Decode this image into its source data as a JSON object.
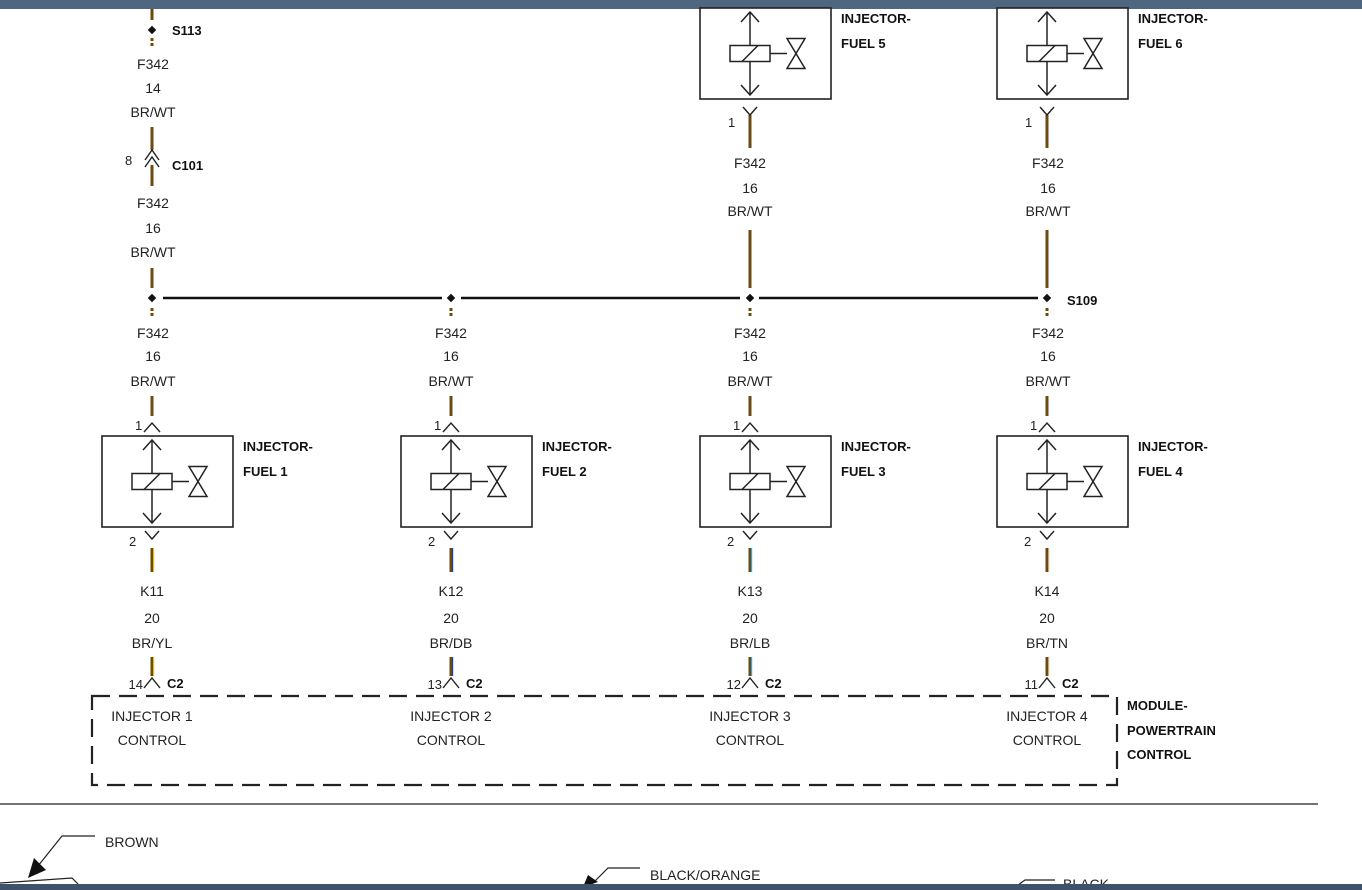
{
  "splices": {
    "top": "S113",
    "bus": "S109"
  },
  "inline_connector": {
    "name": "C101",
    "pin": "8"
  },
  "feed_wires": {
    "top": {
      "circuit": "F342",
      "gauge": "14",
      "color": "BR/WT"
    },
    "bus": {
      "circuit": "F342",
      "gauge": "16",
      "color": "BR/WT"
    }
  },
  "injectors": [
    {
      "line1": "INJECTOR-",
      "line2": "FUEL 1",
      "pin_top": "1",
      "pin_bottom": "2"
    },
    {
      "line1": "INJECTOR-",
      "line2": "FUEL 2",
      "pin_top": "1",
      "pin_bottom": "2"
    },
    {
      "line1": "INJECTOR-",
      "line2": "FUEL 3",
      "pin_top": "1",
      "pin_bottom": "2"
    },
    {
      "line1": "INJECTOR-",
      "line2": "FUEL 4",
      "pin_top": "1",
      "pin_bottom": "2"
    },
    {
      "line1": "INJECTOR-",
      "line2": "FUEL 5",
      "pin_bottom": "1"
    },
    {
      "line1": "INJECTOR-",
      "line2": "FUEL 6",
      "pin_bottom": "1"
    }
  ],
  "control_wires": [
    {
      "circuit": "K11",
      "gauge": "20",
      "color": "BR/YL",
      "pin": "14",
      "connector": "C2",
      "label1": "INJECTOR 1",
      "label2": "CONTROL",
      "stripe": "#e6c200"
    },
    {
      "circuit": "K12",
      "gauge": "20",
      "color": "BR/DB",
      "pin": "13",
      "connector": "C2",
      "label1": "INJECTOR 2",
      "label2": "CONTROL",
      "stripe": "#1f3fa8"
    },
    {
      "circuit": "K13",
      "gauge": "20",
      "color": "BR/LB",
      "pin": "12",
      "connector": "C2",
      "label1": "INJECTOR 3",
      "label2": "CONTROL",
      "stripe": "#3aa8d8"
    },
    {
      "circuit": "K14",
      "gauge": "20",
      "color": "BR/TN",
      "pin": "11",
      "connector": "C2",
      "label1": "INJECTOR 4",
      "label2": "CONTROL",
      "stripe": "#c8a878"
    }
  ],
  "module": {
    "line1": "MODULE-",
    "line2": "POWERTRAIN",
    "line3": "CONTROL"
  },
  "legend": {
    "brown": "BROWN",
    "black_orange": "BLACK/ORANGE",
    "black": "BLACK"
  },
  "colors": {
    "brown": "#6b4a12",
    "white": "#ffffff",
    "outline": "#222222"
  }
}
